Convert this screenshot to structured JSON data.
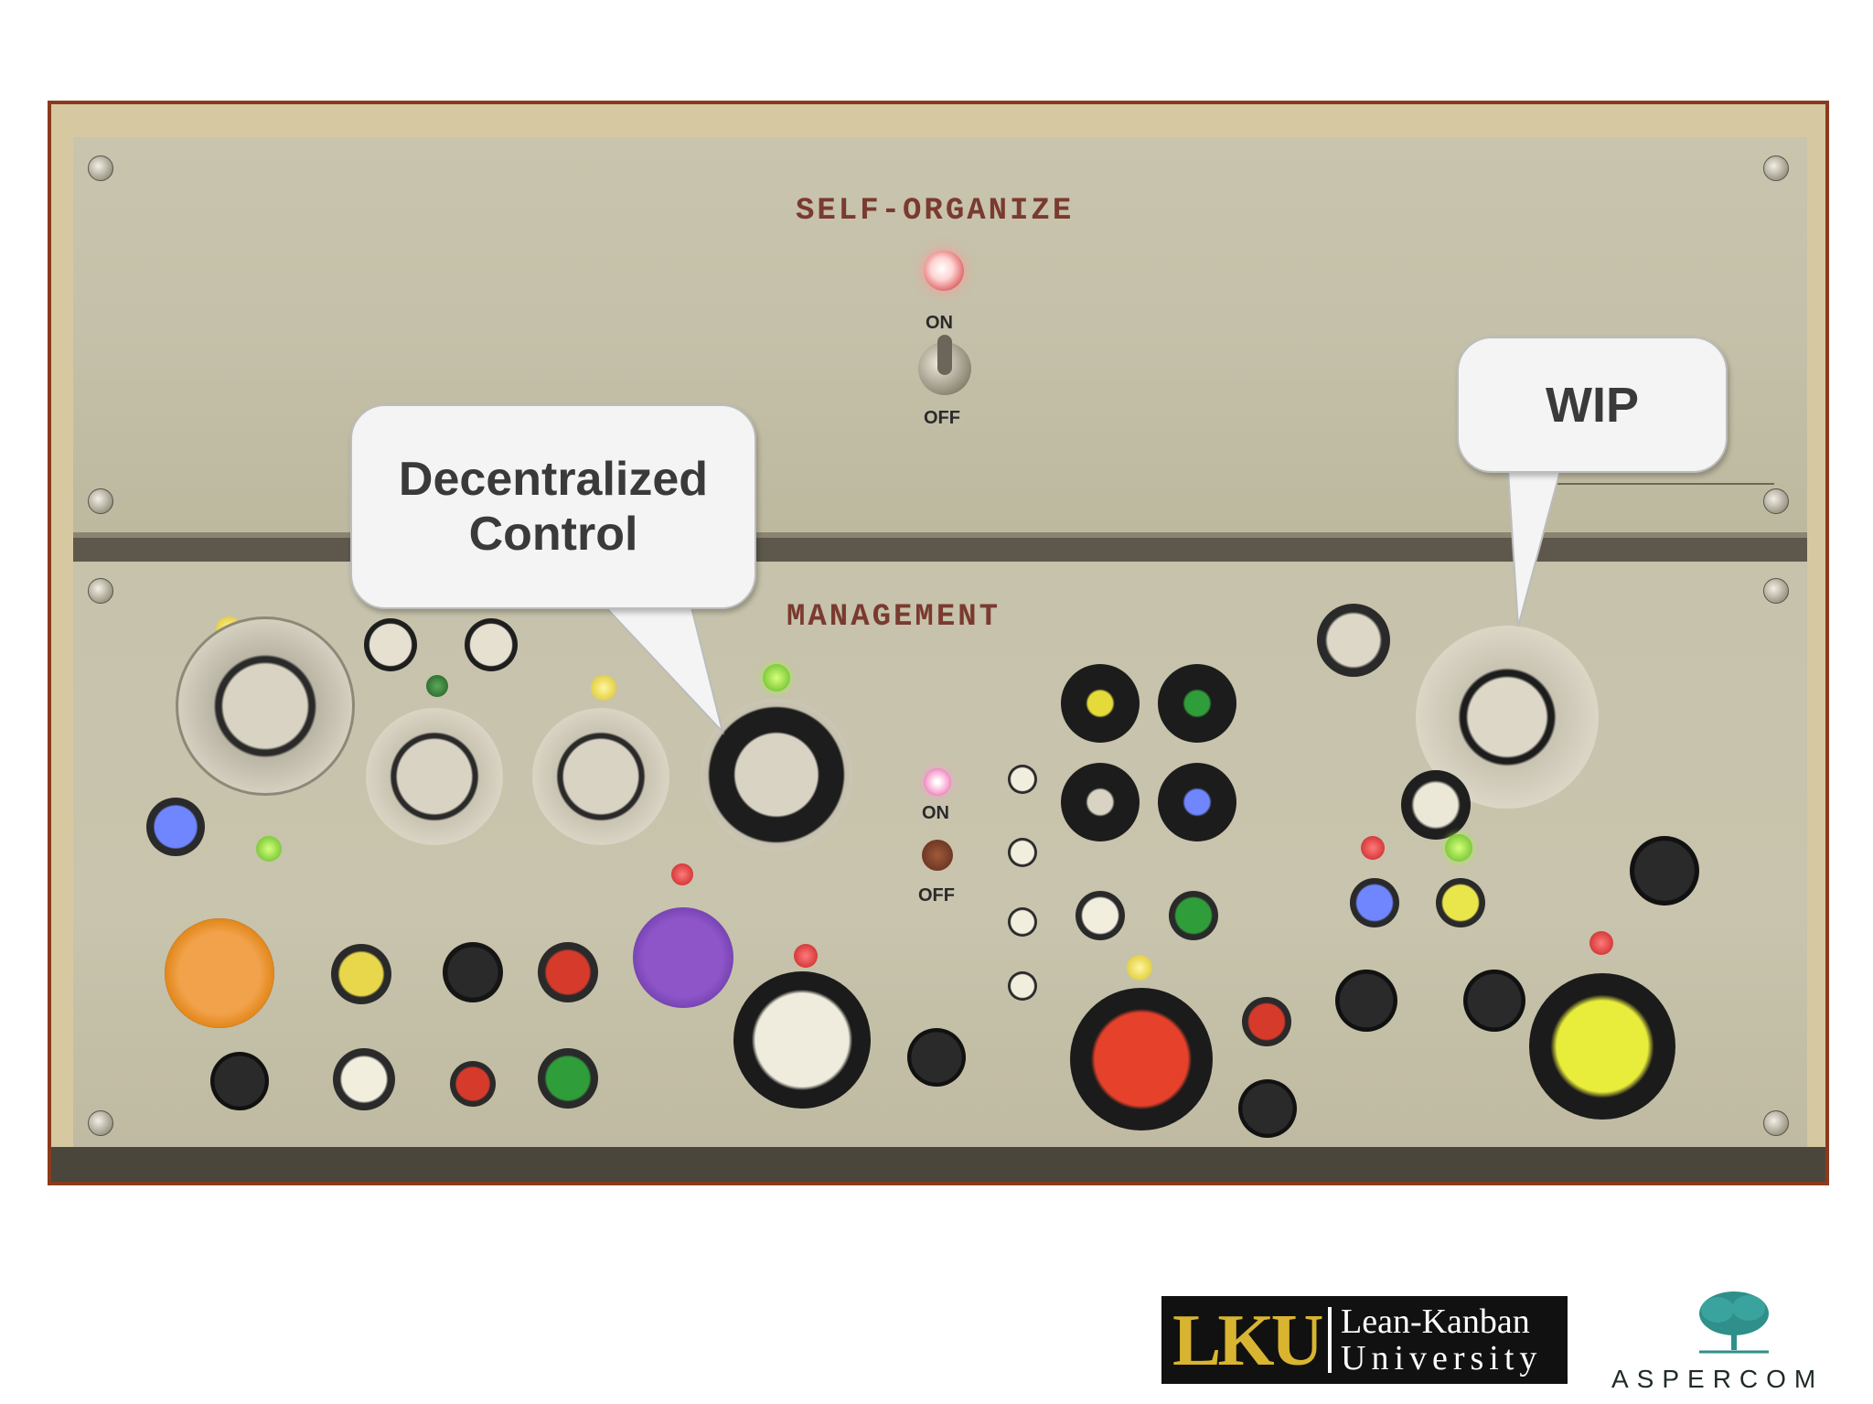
{
  "slide": {
    "panel_top_title": "SELF-ORGANIZE",
    "panel_bottom_title": "MANAGEMENT",
    "top_switch": {
      "on_label": "ON",
      "off_label": "OFF"
    },
    "bottom_switch": {
      "on_label": "ON",
      "off_label": "OFF"
    },
    "callout_left": {
      "line1": "Decentralized",
      "line2": "Control"
    },
    "callout_right": {
      "text": "WIP"
    }
  },
  "logos": {
    "lku": {
      "letters": "LKU",
      "line1": "Lean-Kanban",
      "line2": "University"
    },
    "aspercom": {
      "word": "ASPERCOM"
    }
  },
  "colors": {
    "frame": "#8b3a1e",
    "title_text": "#7a3a30",
    "lku_gold": "#d9b430",
    "aspercom_teal": "#2f8f8a"
  }
}
